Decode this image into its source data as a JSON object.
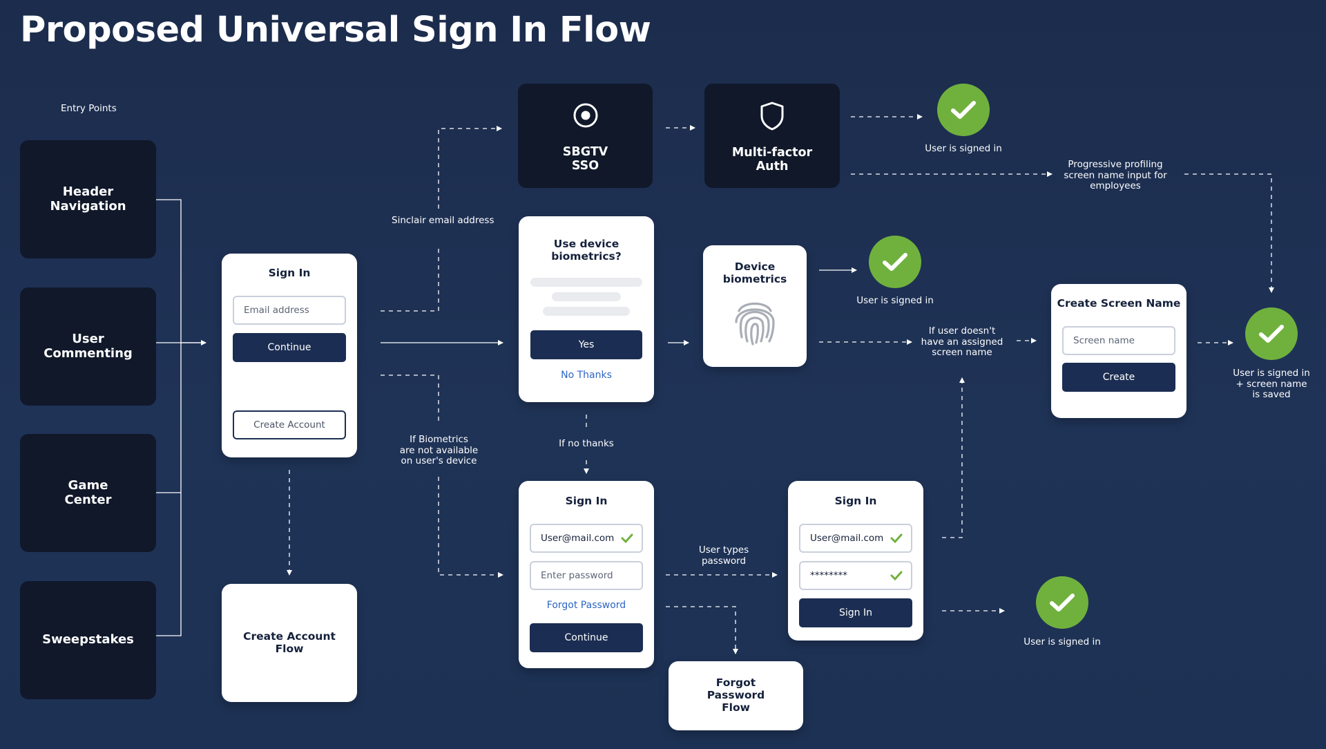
{
  "title": "Proposed Universal Sign In Flow",
  "entry_points": {
    "label": "Entry Points",
    "items": [
      "Header\nNavigation",
      "User\nCommenting",
      "Game\nCenter",
      "Sweepstakes"
    ]
  },
  "signin_main": {
    "title": "Sign In",
    "email_placeholder": "Email address",
    "continue_label": "Continue",
    "create_account_label": "Create Account"
  },
  "create_account_flow": "Create Account\nFlow",
  "sso": {
    "label": "SBGTV\nSSO",
    "icon": "target-icon"
  },
  "mfa": {
    "label": "Multi-factor\nAuth",
    "icon": "shield-icon"
  },
  "biometrics_prompt": {
    "title": "Use device\nbiometrics?",
    "yes_label": "Yes",
    "no_thanks_label": "No Thanks"
  },
  "device_biometrics": {
    "title": "Device\nbiometrics",
    "icon": "fingerprint-icon"
  },
  "signin_password": {
    "title": "Sign In",
    "email_value": "User@mail.com",
    "password_placeholder": "Enter password",
    "forgot_label": "Forgot Password",
    "continue_label": "Continue"
  },
  "signin_filled": {
    "title": "Sign In",
    "email_value": "User@mail.com",
    "password_value": "********",
    "signin_label": "Sign In"
  },
  "forgot_flow": "Forgot\nPassword\nFlow",
  "create_screen_name": {
    "title": "Create Screen Name",
    "placeholder": "Screen name",
    "create_label": "Create"
  },
  "annotations": {
    "sinclair_email": "Sinclair email address",
    "biometrics_unavailable": "If Biometrics\nare not available\non user's device",
    "if_no_thanks": "If no thanks",
    "user_types_password": "User types\npassword",
    "progressive_profiling": "Progressive profiling\nscreen name input for\nemployees",
    "no_screen_name": "If user doesn't\nhave an assigned\nscreen name"
  },
  "outcomes": {
    "signed_in_1": "User is signed in",
    "signed_in_2": "User is signed in",
    "signed_in_3": "User is signed in",
    "signed_in_saved": "User is signed in\n+ screen name\nis saved"
  },
  "colors": {
    "background": "#1f3357",
    "dark_box": "#10182a",
    "button": "#1b2d52",
    "success": "#70b13e",
    "link": "#2d64c4"
  }
}
